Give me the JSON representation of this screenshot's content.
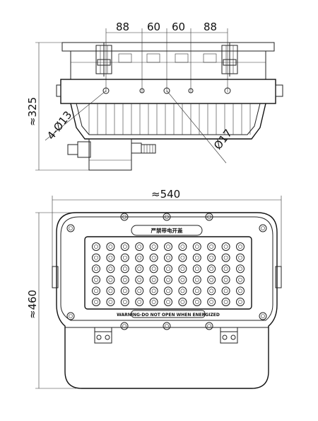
{
  "side_view": {
    "spacings": [
      "88",
      "60",
      "60",
      "88"
    ],
    "height": "≈325",
    "mount_holes": "4-Ø13",
    "cable_hole": "Ø17"
  },
  "front_view": {
    "width": "≈540",
    "height": "≈460",
    "warning_label": "严禁带电开盖",
    "nameplate": "WARNING-DO NOT OPEN WHEN ENERGIZED",
    "led_rows": 6,
    "led_cols": 11
  }
}
